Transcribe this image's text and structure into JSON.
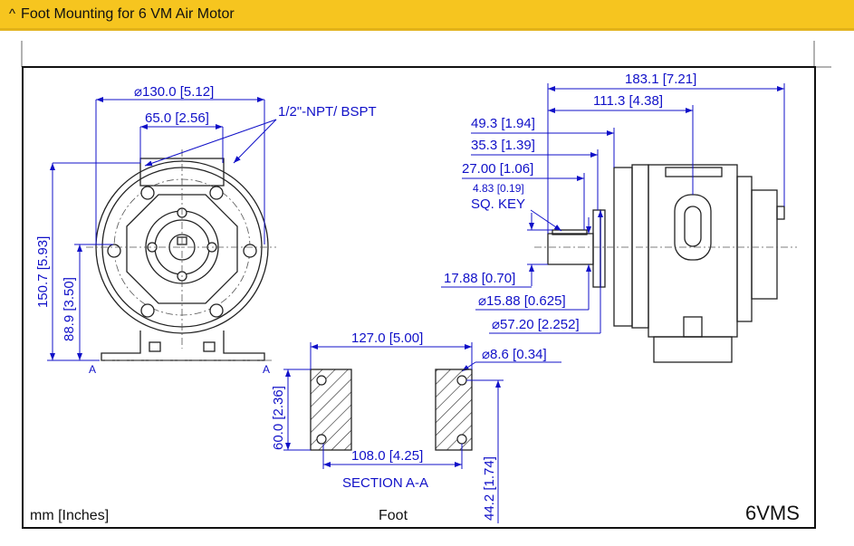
{
  "header": {
    "title": "Foot Mounting for 6 VM Air Motor",
    "icon": "chevron-up-icon"
  },
  "drawing": {
    "front_view": {
      "bolt_circle_dia": {
        "prefix": "⌀",
        "mm": "130.0",
        "in": "5.12"
      },
      "port_spacing": {
        "mm": "65.0",
        "in": "2.56"
      },
      "port_note": "1/2\"-NPT/ BSPT",
      "overall_height": {
        "mm": "150.7",
        "in": "5.93"
      },
      "shaft_height": {
        "mm": "88.9",
        "in": "3.50"
      },
      "section_mark_left": "A",
      "section_mark_right": "A"
    },
    "side_view": {
      "overall_length": {
        "mm": "183.1",
        "in": "7.21"
      },
      "to_port": {
        "mm": "111.3",
        "in": "4.38"
      },
      "to_body": {
        "mm": "49.3",
        "in": "1.94"
      },
      "to_flange": {
        "mm": "35.3",
        "in": "1.39"
      },
      "shaft_length": {
        "mm": "27.00",
        "in": "1.06"
      },
      "key": {
        "size": "4.83 [0.19]",
        "label": "SQ. KEY"
      },
      "key_height": {
        "mm": "17.88",
        "in": "0.70"
      },
      "shaft_dia": {
        "prefix": "⌀",
        "mm": "15.88",
        "in": "0.625"
      },
      "pilot_dia": {
        "prefix": "⌀",
        "mm": "57.20",
        "in": "2.252"
      },
      "hole_dia": {
        "prefix": "⌀",
        "mm": "8.6",
        "in": "0.34"
      }
    },
    "section": {
      "foot_spacing": {
        "mm": "127.0",
        "in": "5.00"
      },
      "foot_depth": {
        "mm": "60.0",
        "in": "2.36"
      },
      "hole_spacing": {
        "mm": "108.0",
        "in": "4.25"
      },
      "hole_offset": {
        "mm": "44.2",
        "in": "1.74"
      },
      "label": "SECTION A-A"
    },
    "units_note": "mm [Inches]",
    "foot_label": "Foot",
    "model": "6VMS"
  }
}
